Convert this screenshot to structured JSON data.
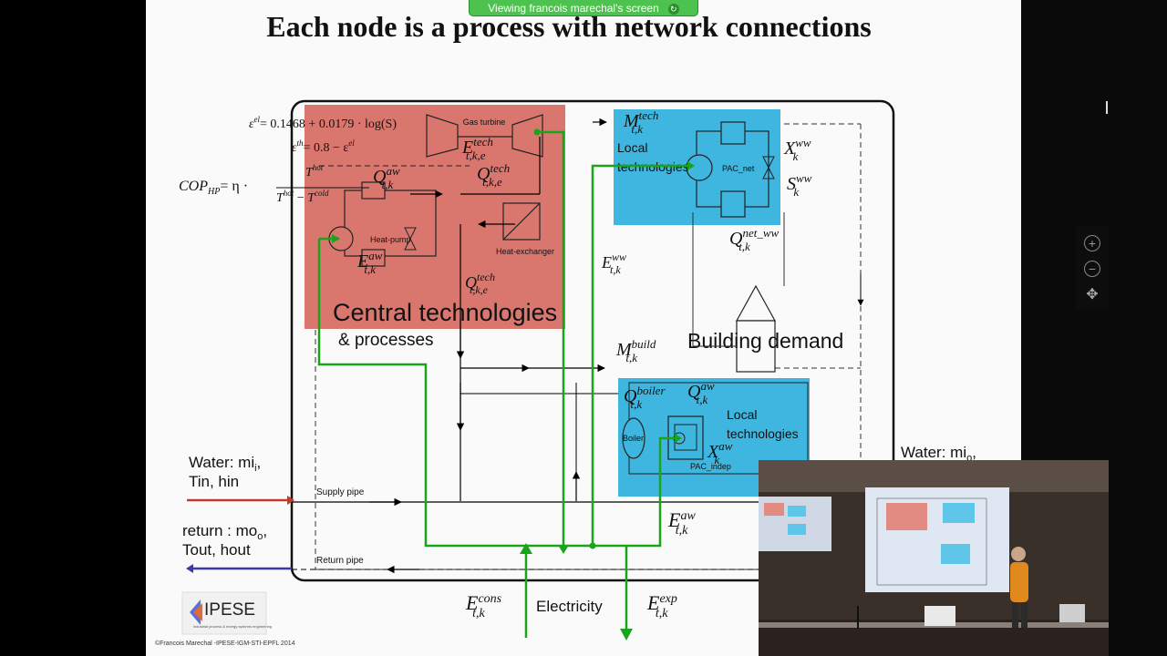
{
  "share": {
    "label": "Viewing francois marechal's screen",
    "refresh_icon": "refresh-icon"
  },
  "slide": {
    "title": "Each node is a process with network connections",
    "footer": "©Francois Marechal -IPESE-IGM-STI-EPFL 2014",
    "logo_text": "IPESE",
    "logo_sub": "industrial process & energy systems engineering"
  },
  "formulas": {
    "eps_el": "ε",
    "eps_el_sup": "el",
    "eps_el_expr": "= 0.1468 + 0.0179 · log(S)",
    "eps_th": "ε",
    "eps_th_sup": "th",
    "eps_th_expr": "= 0.8 − ε",
    "eps_th_tail_sup": "el",
    "cop": "COP",
    "cop_sub": "HP",
    "cop_eq": "= η ·",
    "t_hot": "T",
    "t_hot_sup": "hot",
    "t_cold": "T",
    "t_cold_sup": "cold"
  },
  "central": {
    "label": "Central technologies",
    "sub_label": "& processes",
    "gas_turbine": "Gas turbine",
    "heat_pump": "Heat-pump",
    "heat_exchanger": "Heat-exchanger",
    "e_tech": "E",
    "e_tech_sup": "tech",
    "e_tech_sub": "t,k,e",
    "q_tech": "Q",
    "q_tech_sup": "tech",
    "q_tech_sub": "t,k,e",
    "q_aw": "Q",
    "q_aw_sup": "aw",
    "q_aw_sub": "t,k",
    "e_aw": "E",
    "e_aw_sup": "aw",
    "e_aw_sub": "t,k",
    "q_tech2": "Q",
    "q_tech2_sup": "tech",
    "q_tech2_sub": "t,k,e"
  },
  "local_top": {
    "label_1": "Local",
    "label_2": "technologies",
    "pac_net": "PAC_net",
    "m_tech": "M",
    "m_tech_sup": "tech",
    "m_tech_sub": "t,k",
    "x_ww": "X",
    "x_ww_sup": "ww",
    "x_ww_sub": "k",
    "s_ww": "S",
    "s_ww_sup": "ww",
    "s_ww_sub": "k",
    "q_net": "Q",
    "q_net_sup": "net_ww",
    "q_net_sub": "t,k",
    "e_ww": "E",
    "e_ww_sup": "ww",
    "e_ww_sub": "t,k"
  },
  "building": {
    "label": "Building demand",
    "m_build": "M",
    "m_build_sup": "build",
    "m_build_sub": "t,k"
  },
  "local_bottom": {
    "label_1": "Local",
    "label_2": "technologies",
    "boiler": "Boiler",
    "pac_indep": "PAC_indep",
    "q_boiler": "Q",
    "q_boiler_sup": "boiler",
    "q_boiler_sub": "t,k",
    "q_aw": "Q",
    "q_aw_sup": "aw",
    "q_aw_sub": "t,k",
    "x_aw": "X",
    "x_aw_sup": "aw",
    "x_aw_sub": "k",
    "e_aw": "E",
    "e_aw_sup": "aw",
    "e_aw_sub": "t,k"
  },
  "water": {
    "in_1": "Water: mi",
    "in_1_sub": "i",
    "in_1_tail": ",",
    "in_2": "Tin, hin",
    "out_1": "return : mo",
    "out_1_sub": "o",
    "out_1_tail": ",",
    "out_2": "Tout, hout",
    "right_1": "Water: mi",
    "right_1_sub": "o",
    "right_1_tail": ",",
    "supply": "Supply pipe",
    "return": "Return pipe"
  },
  "electricity": {
    "label": "Electricity",
    "e_cons": "E",
    "e_cons_sup": "cons",
    "e_cons_sub": "t,k",
    "e_exp": "E",
    "e_exp_sup": "exp",
    "e_exp_sub": "t,k"
  },
  "colors": {
    "central_fill": "#d9776f",
    "local_fill": "#3eb6df",
    "green_flow": "#1aa41a",
    "supply_arrow": "#c0392b",
    "return_arrow": "#3a3ab0",
    "banner": "#4ec24e"
  },
  "video": {
    "icons": [
      "projector-screen-icon",
      "presenter-icon",
      "laptop-icon"
    ]
  }
}
